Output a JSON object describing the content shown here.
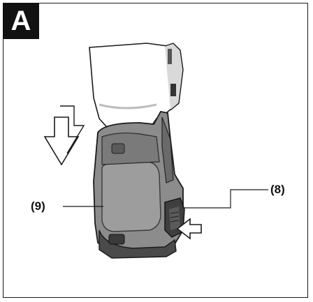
{
  "figure": {
    "panel_label": "A",
    "callouts": {
      "battery_pack": "(9)",
      "release_button": "(8)"
    }
  },
  "colors": {
    "tool_body": "#ffffff",
    "battery_shell": "#8c8c8c",
    "battery_dark": "#4a4a4a",
    "outline": "#1a1a1a",
    "badge": "#111111"
  },
  "icons": [
    "down-arrow-icon",
    "push-arrow-icon"
  ]
}
